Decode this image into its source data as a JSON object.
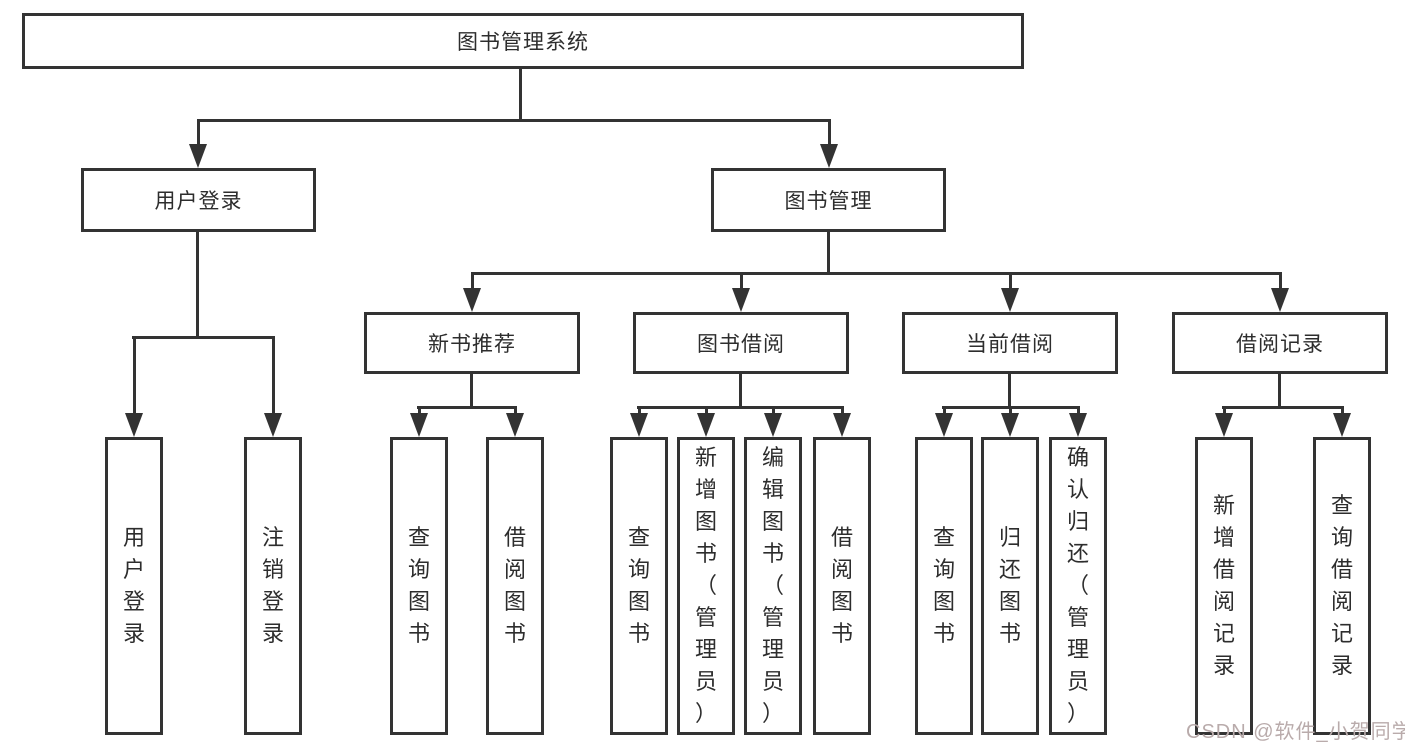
{
  "tree": {
    "root_label": "图书管理系统",
    "branches": [
      {
        "label": "用户登录",
        "children": [
          "用户登录",
          "注销登录"
        ]
      },
      {
        "label": "图书管理",
        "sections": [
          {
            "label": "新书推荐",
            "children": [
              "查询图书",
              "借阅图书"
            ]
          },
          {
            "label": "图书借阅",
            "children": [
              "查询图书",
              "新增图书（管理员）",
              "编辑图书（管理员）",
              "借阅图书"
            ]
          },
          {
            "label": "当前借阅",
            "children": [
              "查询图书",
              "归还图书",
              "确认归还（管理员）"
            ]
          },
          {
            "label": "借阅记录",
            "children": [
              "新增借阅记录",
              "查询借阅记录"
            ]
          }
        ]
      }
    ]
  },
  "watermark": {
    "text": "CSDN @软件_小贺同学",
    "color": "#b9abab"
  },
  "colors": {
    "line": "#333333",
    "box_border": "#333333",
    "text": "#2d2d2d",
    "background": "#ffffff"
  }
}
